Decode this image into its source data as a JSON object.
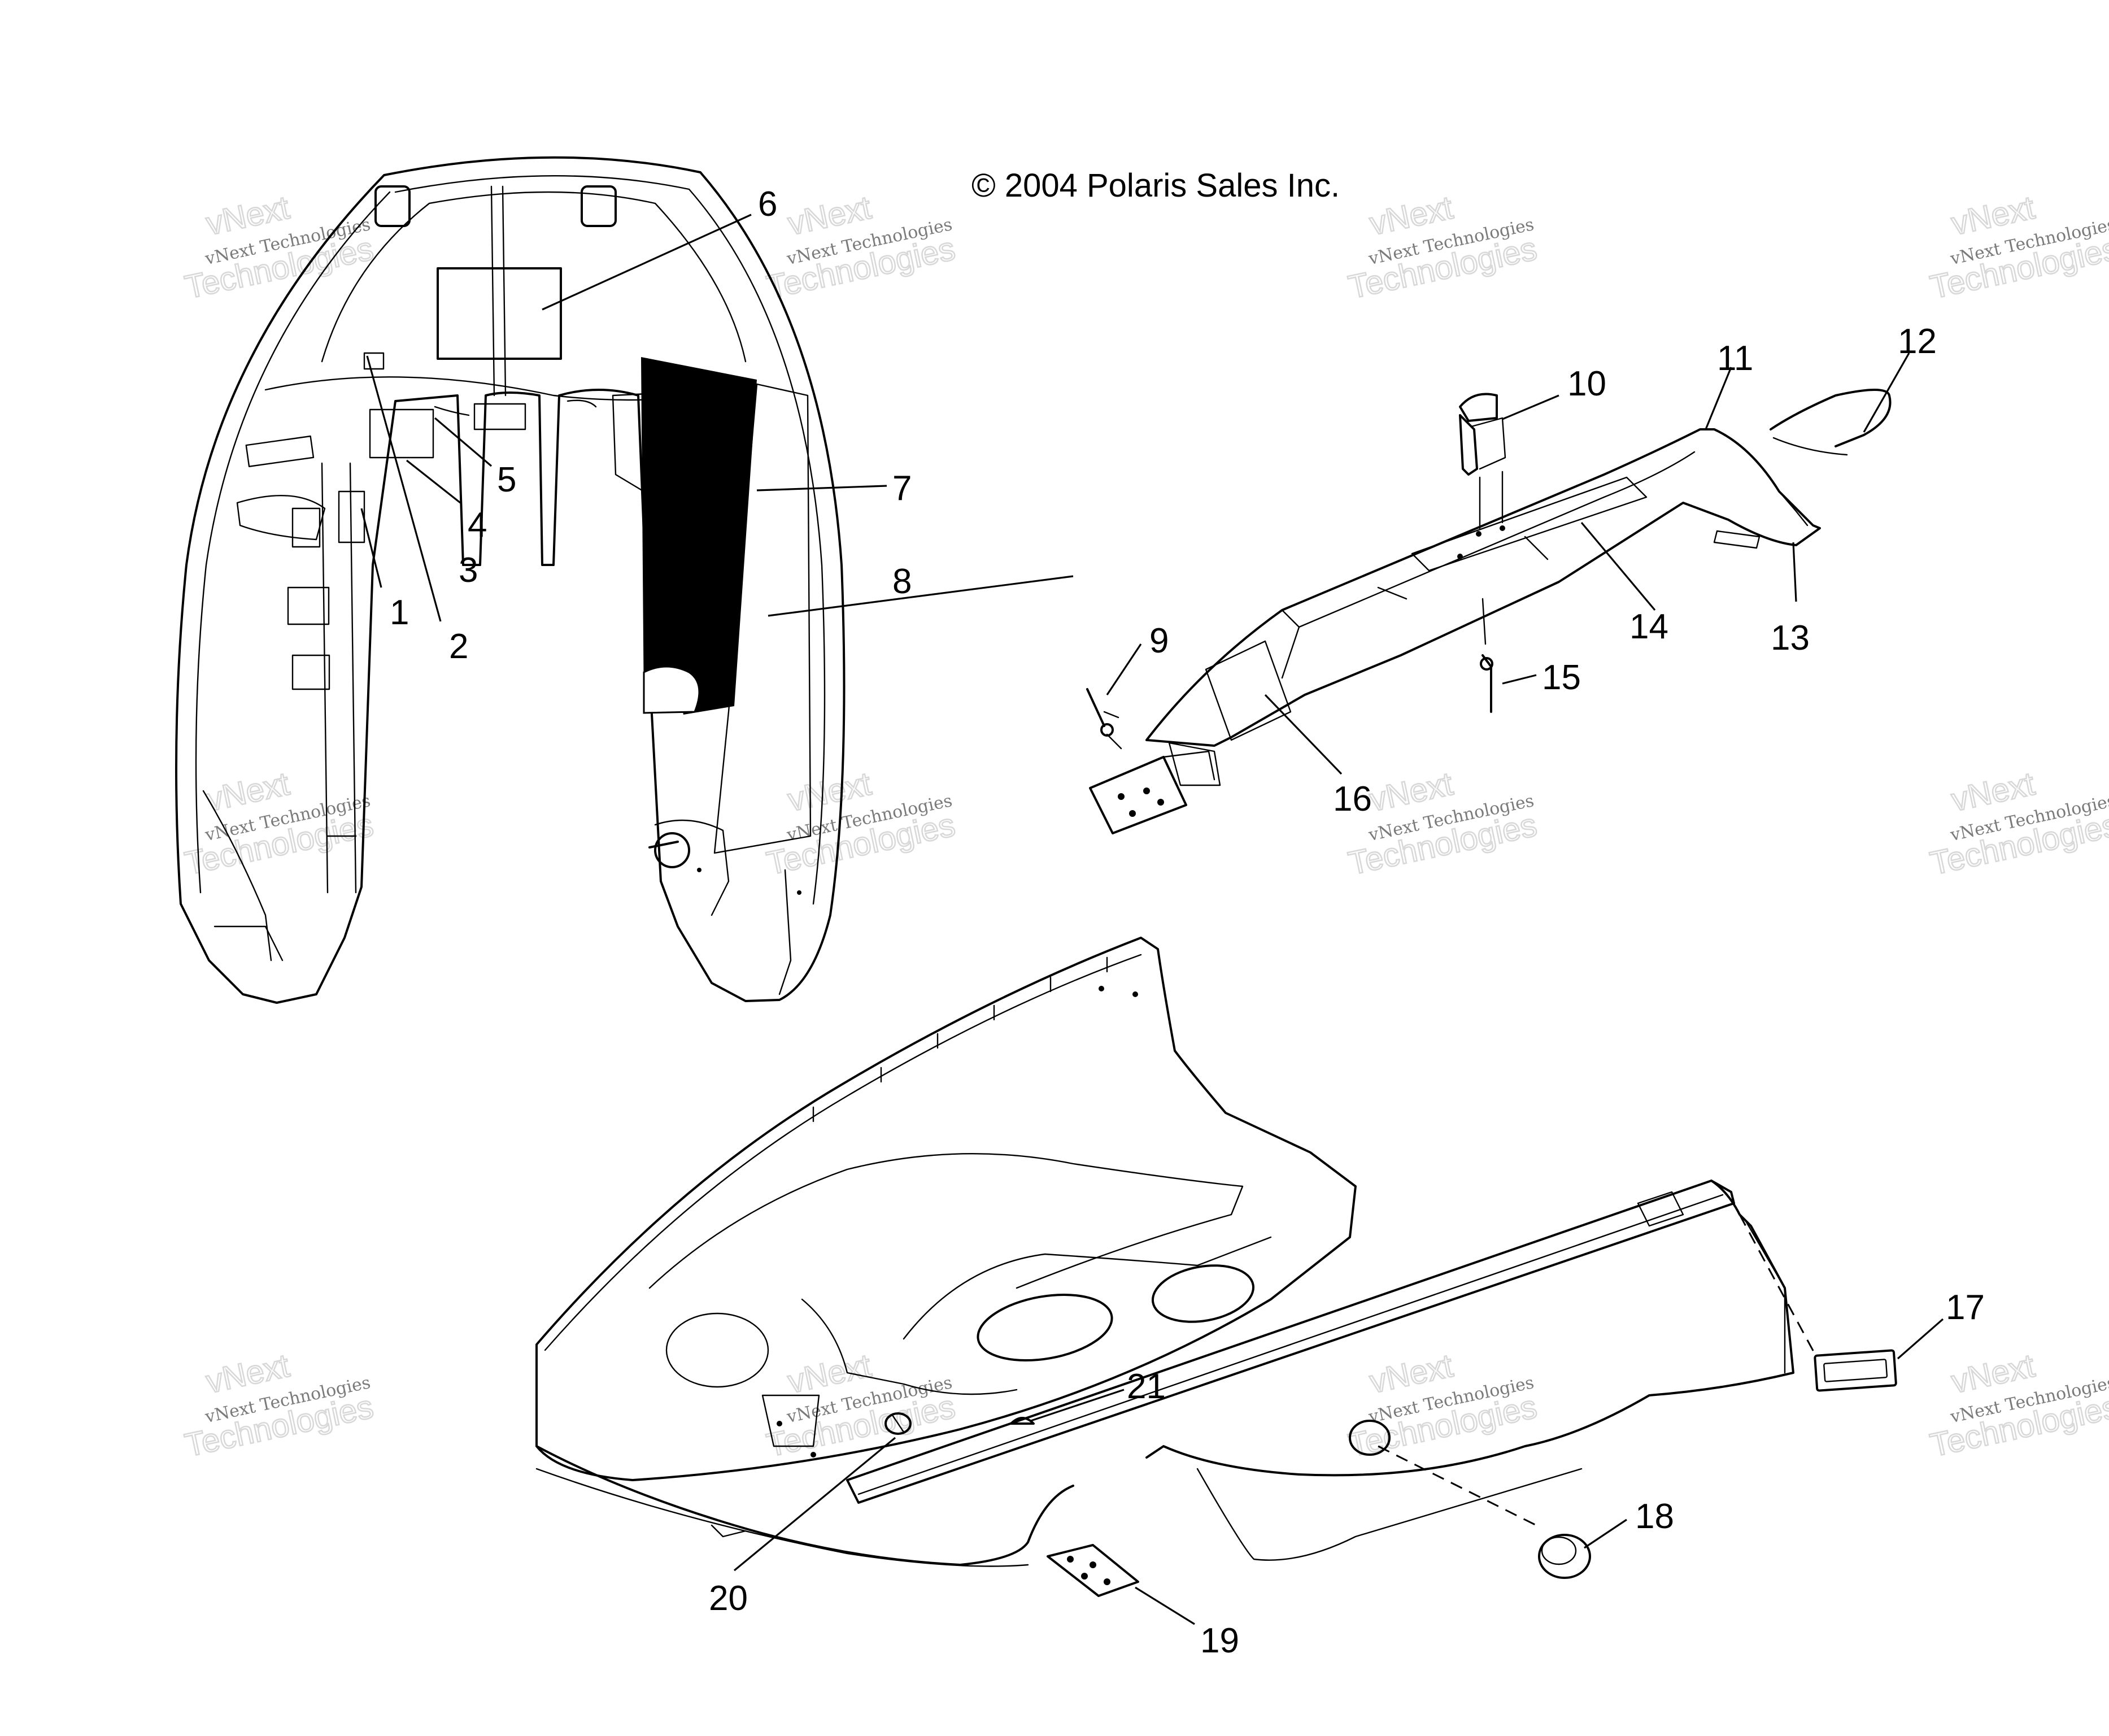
{
  "copyright": "© 2004 Polaris Sales Inc.",
  "watermark": {
    "line1": "vNext",
    "line2": "vNext Technologies",
    "line3": "Technologies"
  },
  "part_labels": [
    "1",
    "2",
    "3",
    "4",
    "5",
    "6",
    "7",
    "8",
    "9",
    "10",
    "11",
    "12",
    "13",
    "14",
    "15",
    "16",
    "17",
    "18",
    "19",
    "20",
    "21"
  ]
}
